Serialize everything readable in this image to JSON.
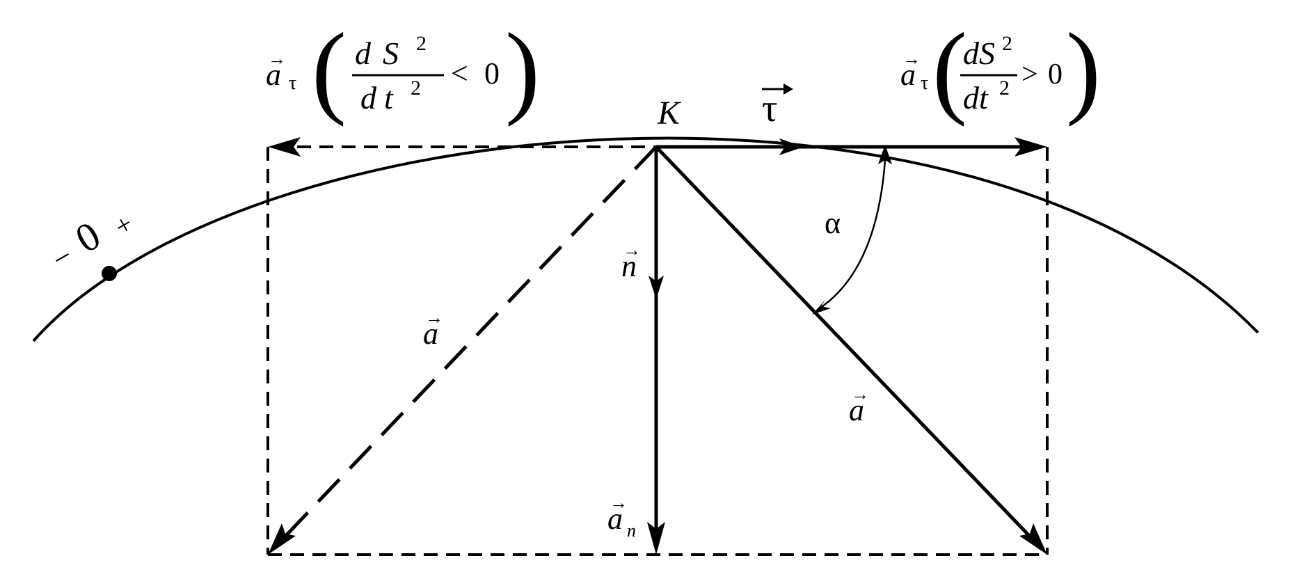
{
  "point_label": "K",
  "origin_label": "0",
  "minus_sign": "−",
  "plus_sign": "+",
  "alpha": "α",
  "tau_symbol": "τ",
  "n_symbol": "n",
  "a_symbol": "a",
  "n_subscript": "n",
  "vector_arrow": "→",
  "left_cond": {
    "num_d": "d",
    "num_S": "S",
    "exp": "2",
    "den_d": "d",
    "den_t": "t",
    "den_exp": "2",
    "rel": "<",
    "zero": "0"
  },
  "right_cond": {
    "num": "dS",
    "exp": "2",
    "den": "dt",
    "den_exp": "2",
    "rel": ">",
    "zero": "0"
  },
  "brackets": {
    "open": "(",
    "close": ")"
  }
}
